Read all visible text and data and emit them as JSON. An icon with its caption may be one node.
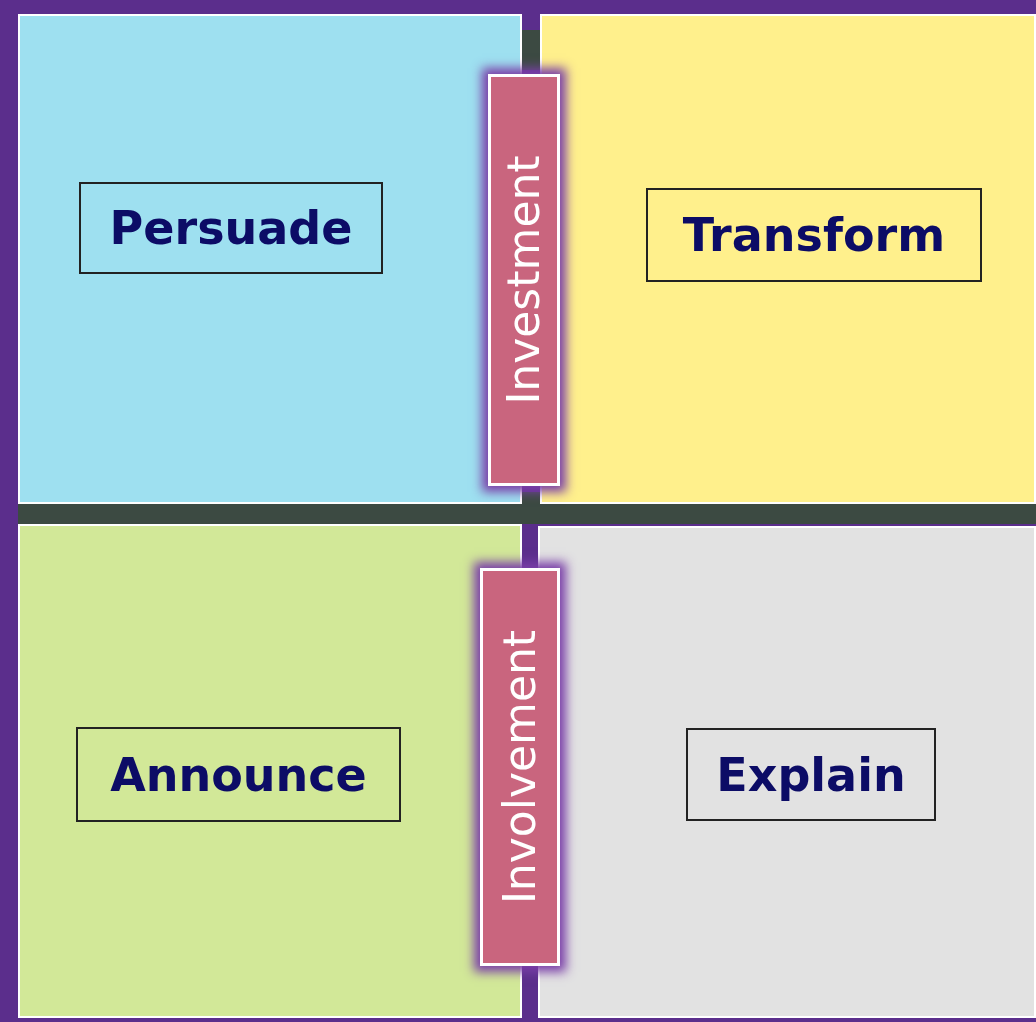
{
  "diagram": {
    "nodes": [
      {
        "text": [],
        "shape": "box"
      },
      {
        "text": [
          "Persuade"
        ],
        "in": 0
      },
      {
        "text": [
          "Investment"
        ]
      },
      {
        "text": [],
        "shape": "box"
      },
      {
        "text": [
          "Transform"
        ],
        "in": 3
      },
      {
        "text": [],
        "shape": "box"
      },
      {
        "text": [
          "Announce"
        ],
        "in": 5
      },
      {
        "text": [
          "Involvement"
        ]
      },
      {
        "text": [],
        "shape": "box"
      },
      {
        "text": [
          "Explain"
        ],
        "in": 8
      },
      {
        "text": [],
        "shape": "bar"
      },
      {
        "text": [],
        "shape": "bar"
      },
      {
        "text": [],
        "shape": "bar"
      }
    ]
  }
}
